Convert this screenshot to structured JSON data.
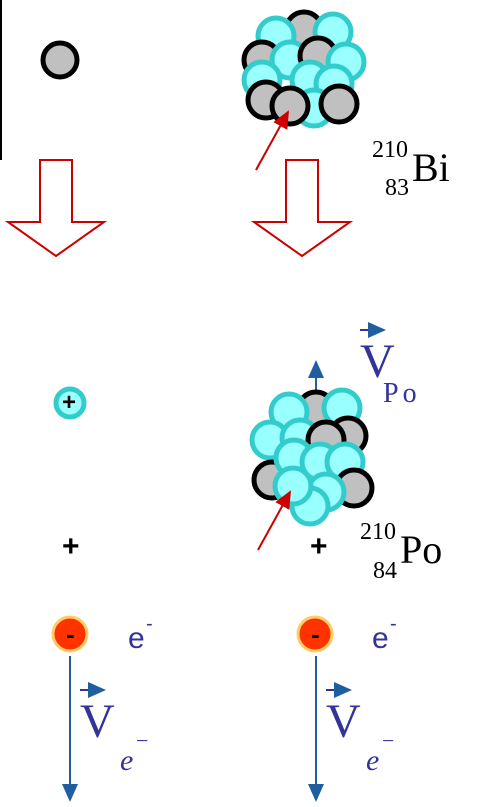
{
  "colors": {
    "proton_fill": "#99ffff",
    "proton_stroke": "#33cccc",
    "neutron_fill": "#c0c0c0",
    "neutron_stroke": "#000000",
    "electron_fill": "#ff3300",
    "electron_stroke": "#ffcc66",
    "decay_arrow": "#cc0000",
    "velocity_arrow": "#1f5f9f",
    "label_blue": "#333399"
  },
  "before": {
    "nucleus": {
      "mass_number": "210",
      "atomic_number": "83",
      "symbol": "Bi"
    }
  },
  "after": {
    "nucleus": {
      "mass_number": "210",
      "atomic_number": "84",
      "symbol": "Po"
    },
    "recoil_velocity": {
      "symbol": "V",
      "subscript": "Po"
    },
    "plus_left": "+",
    "plus_right": "+",
    "proton_sign": "+"
  },
  "electron": {
    "sign": "-",
    "label": "e",
    "label_sup": "-",
    "velocity": {
      "symbol": "V",
      "subscript": "e",
      "subscript_sup": "−"
    }
  }
}
